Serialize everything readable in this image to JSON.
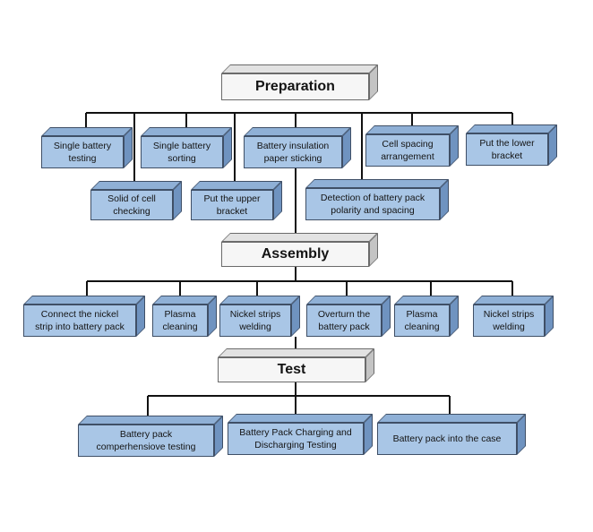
{
  "stages": [
    {
      "title": "Preparation",
      "steps": [
        [
          "Single battery",
          "testing"
        ],
        [
          "Single battery",
          "sorting"
        ],
        [
          "Battery insulation",
          "paper sticking"
        ],
        [
          "Cell spacing",
          "arrangement"
        ],
        [
          "Put the lower",
          "bracket"
        ],
        [
          "Solid of cell",
          "checking"
        ],
        [
          "Put the upper",
          "bracket"
        ],
        [
          "Detection of battery pack",
          "polarity and spacing"
        ]
      ]
    },
    {
      "title": "Assembly",
      "steps": [
        [
          "Connect the nickel",
          "strip into battery pack"
        ],
        [
          "Plasma",
          "cleaning"
        ],
        [
          "Nickel strips",
          "welding"
        ],
        [
          "Overturn the",
          "battery pack"
        ],
        [
          "Plasma",
          "cleaning"
        ],
        [
          "Nickel strips",
          "welding"
        ]
      ]
    },
    {
      "title": "Test",
      "steps": [
        [
          "Battery pack",
          "comperhensiove testing"
        ],
        [
          "Battery Pack Charging and",
          "Discharging Testing"
        ],
        [
          "Battery pack into the case"
        ]
      ]
    }
  ],
  "colors": {
    "step_fill": "#a9c6e6",
    "step_top": "#8fb0d6",
    "step_side": "#6f93c0",
    "header_fill": "#f6f6f6",
    "connector": "#111111"
  }
}
